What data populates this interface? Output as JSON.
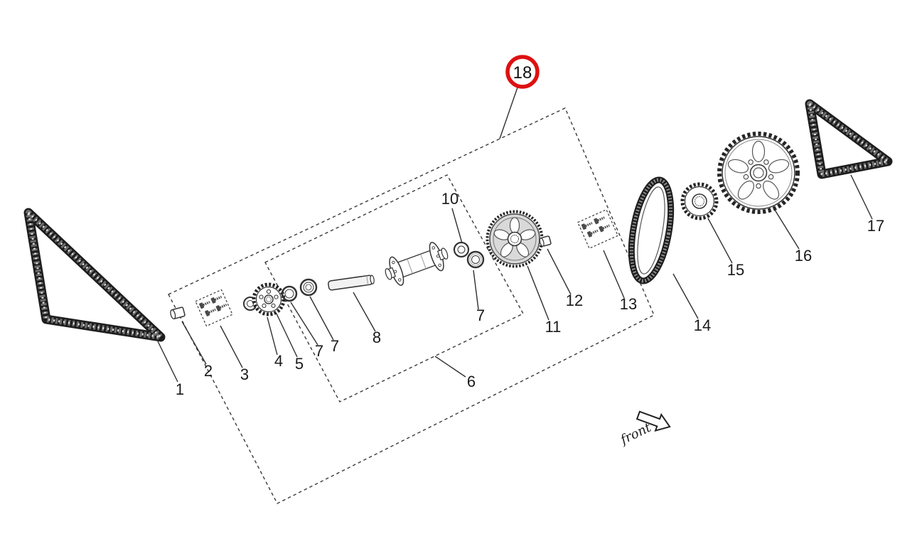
{
  "diagram": {
    "front_label": "front",
    "colors": {
      "highlight": "#dd1111",
      "line": "#222222"
    },
    "callouts": {
      "c1": "1",
      "c2": "2",
      "c3": "3",
      "c4": "4",
      "c5": "5",
      "c6": "6",
      "c7a": "7",
      "c7b": "7",
      "c7c": "7",
      "c8": "8",
      "c10": "10",
      "c11": "11",
      "c12": "12",
      "c13": "13",
      "c14": "14",
      "c15": "15",
      "c16": "16",
      "c17": "17",
      "c18": "18"
    }
  }
}
